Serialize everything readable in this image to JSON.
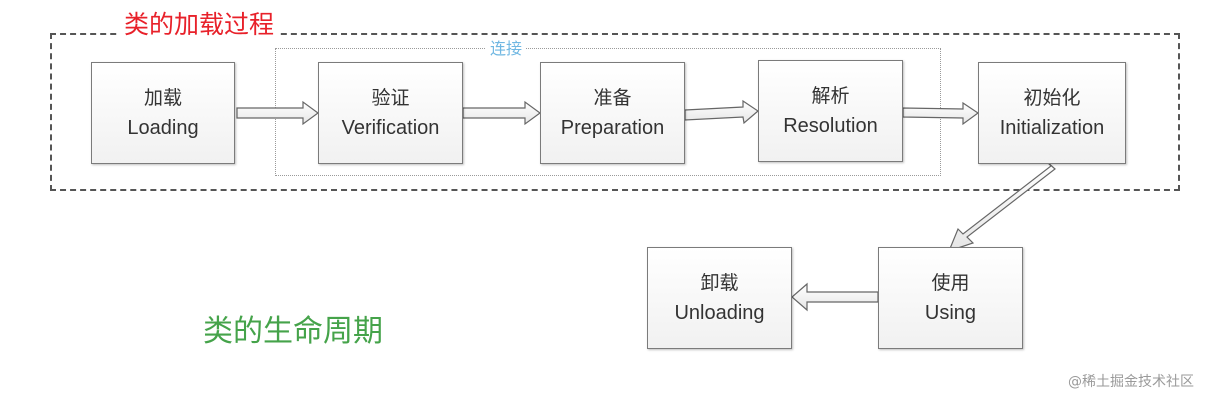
{
  "diagram": {
    "title_top": "类的加载过程",
    "connect_label": "连接",
    "title_bottom": "类的生命周期",
    "watermark": "@稀土掘金技术社区",
    "steps": {
      "loading": {
        "zh": "加载",
        "en": "Loading"
      },
      "verification": {
        "zh": "验证",
        "en": "Verification"
      },
      "preparation": {
        "zh": "准备",
        "en": "Preparation"
      },
      "resolution": {
        "zh": "解析",
        "en": "Resolution"
      },
      "initialization": {
        "zh": "初始化",
        "en": "Initialization"
      },
      "using": {
        "zh": "使用",
        "en": "Using"
      },
      "unloading": {
        "zh": "卸载",
        "en": "Unloading"
      }
    },
    "colors": {
      "title_top": "#e8212a",
      "connect_label": "#6fb7e2",
      "title_bottom": "#45a34a",
      "box_border": "#7b7b7b",
      "arrow_stroke": "#666666"
    }
  }
}
